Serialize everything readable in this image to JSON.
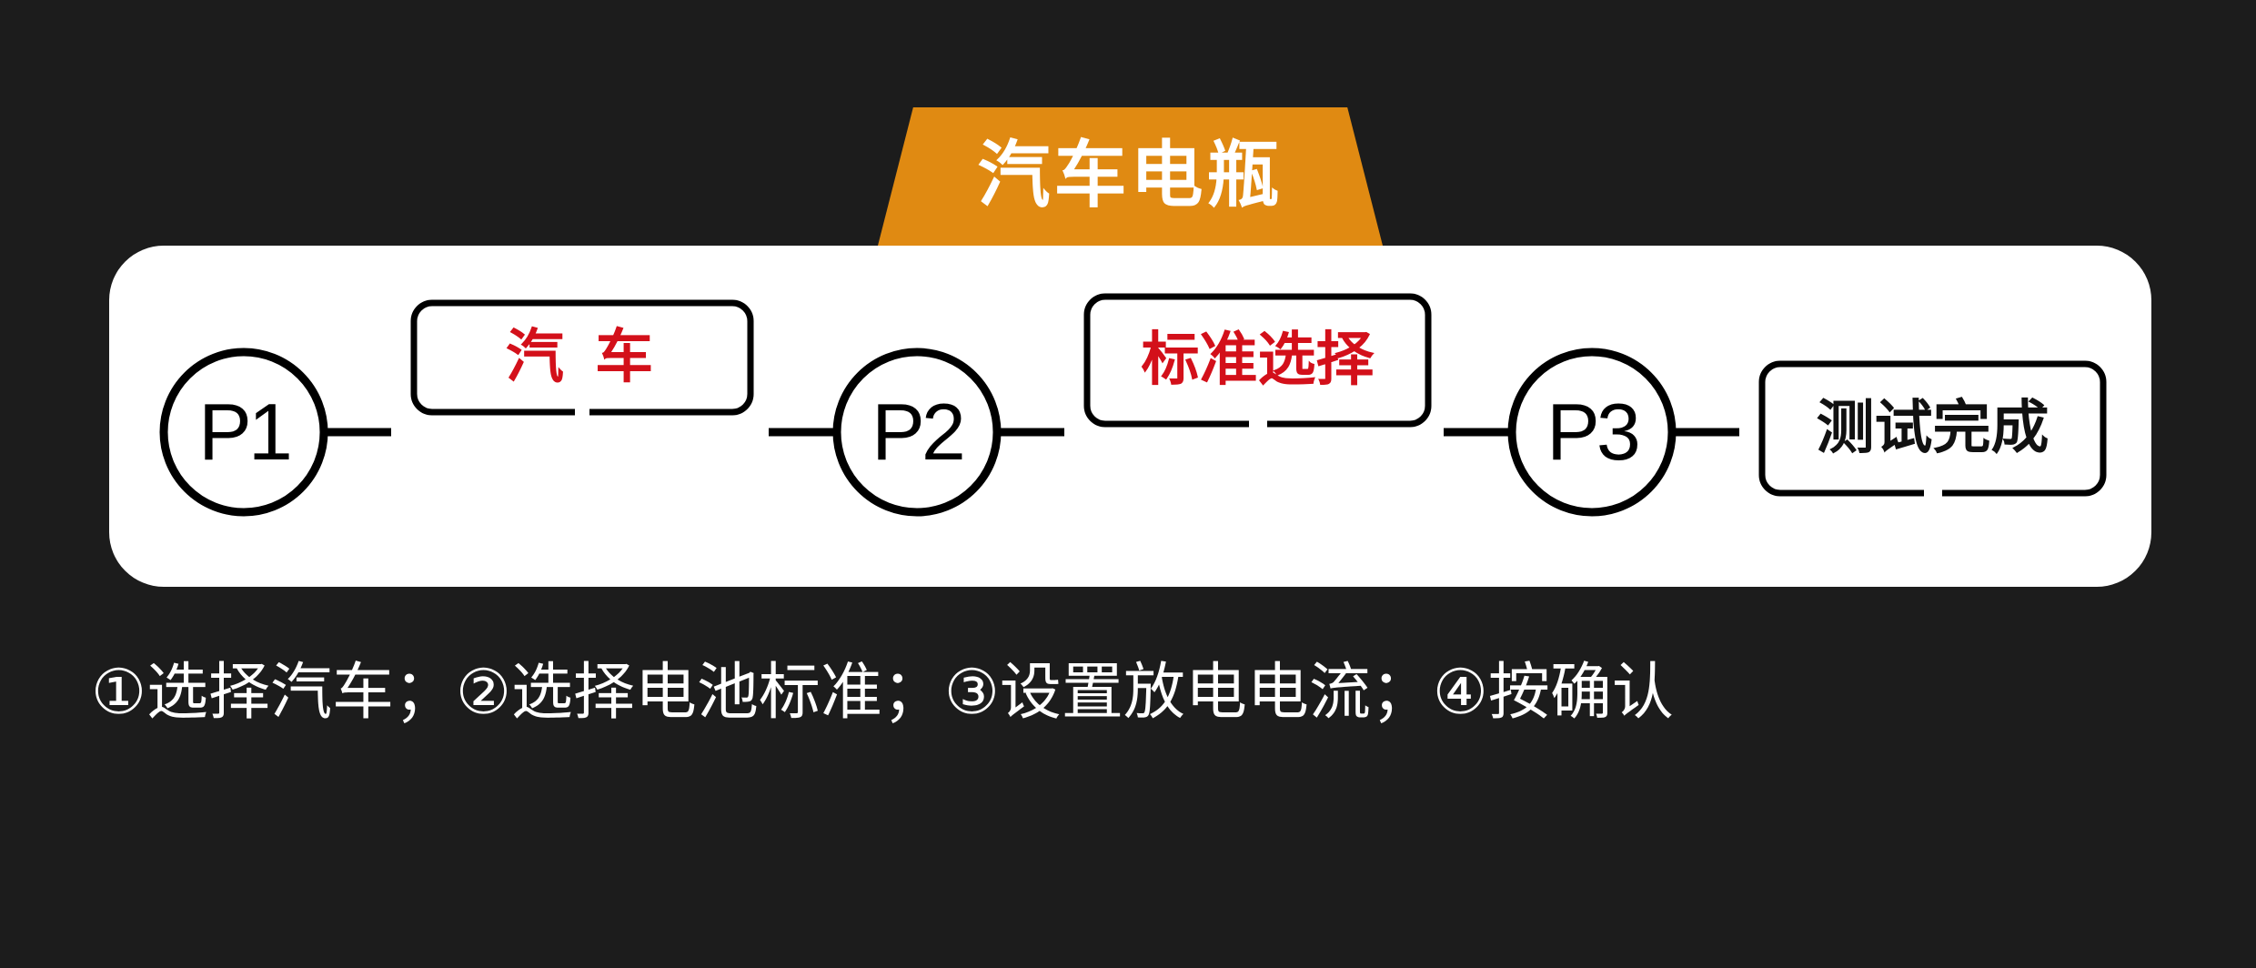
{
  "title": "汽车电瓶",
  "nodes": [
    {
      "label": "P1"
    },
    {
      "label": "P2"
    },
    {
      "label": "P3"
    }
  ],
  "steps": [
    {
      "label": "汽  车",
      "color": "#d3101a"
    },
    {
      "label": "标准选择",
      "color": "#d3101a"
    },
    {
      "label": "测试完成",
      "color": "#111111"
    }
  ],
  "instructions": "①选择汽车；②选择电池标准；③设置放电电流；④按确认",
  "colors": {
    "background": "#1c1c1c",
    "tab": "#e08a12",
    "panel": "#ffffff",
    "highlight": "#d3101a"
  }
}
